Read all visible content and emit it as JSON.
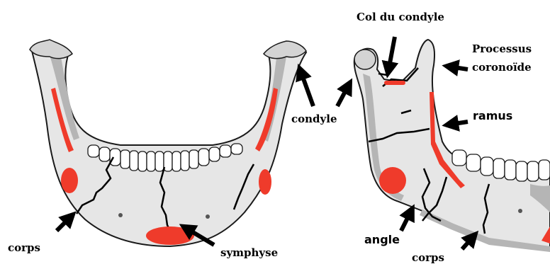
{
  "labels": {
    "col_du_condyle": "Col du condyle",
    "processus_line1": "Processus",
    "processus_line2": "coronoïde",
    "ramus": "ramus",
    "condyle": "condyle",
    "corps_left": "corps",
    "symphyse": "symphyse",
    "angle": "angle",
    "corps_right": "corps"
  },
  "colors": {
    "bone_fill": "#e6e6e6",
    "bone_shadow": "#b5b5b5",
    "outline": "#1a1a1a",
    "fracture": "#000000",
    "highlight": "#ef3b2b",
    "arrow": "#000000"
  },
  "icons": {
    "arrow": "arrow-icon"
  }
}
